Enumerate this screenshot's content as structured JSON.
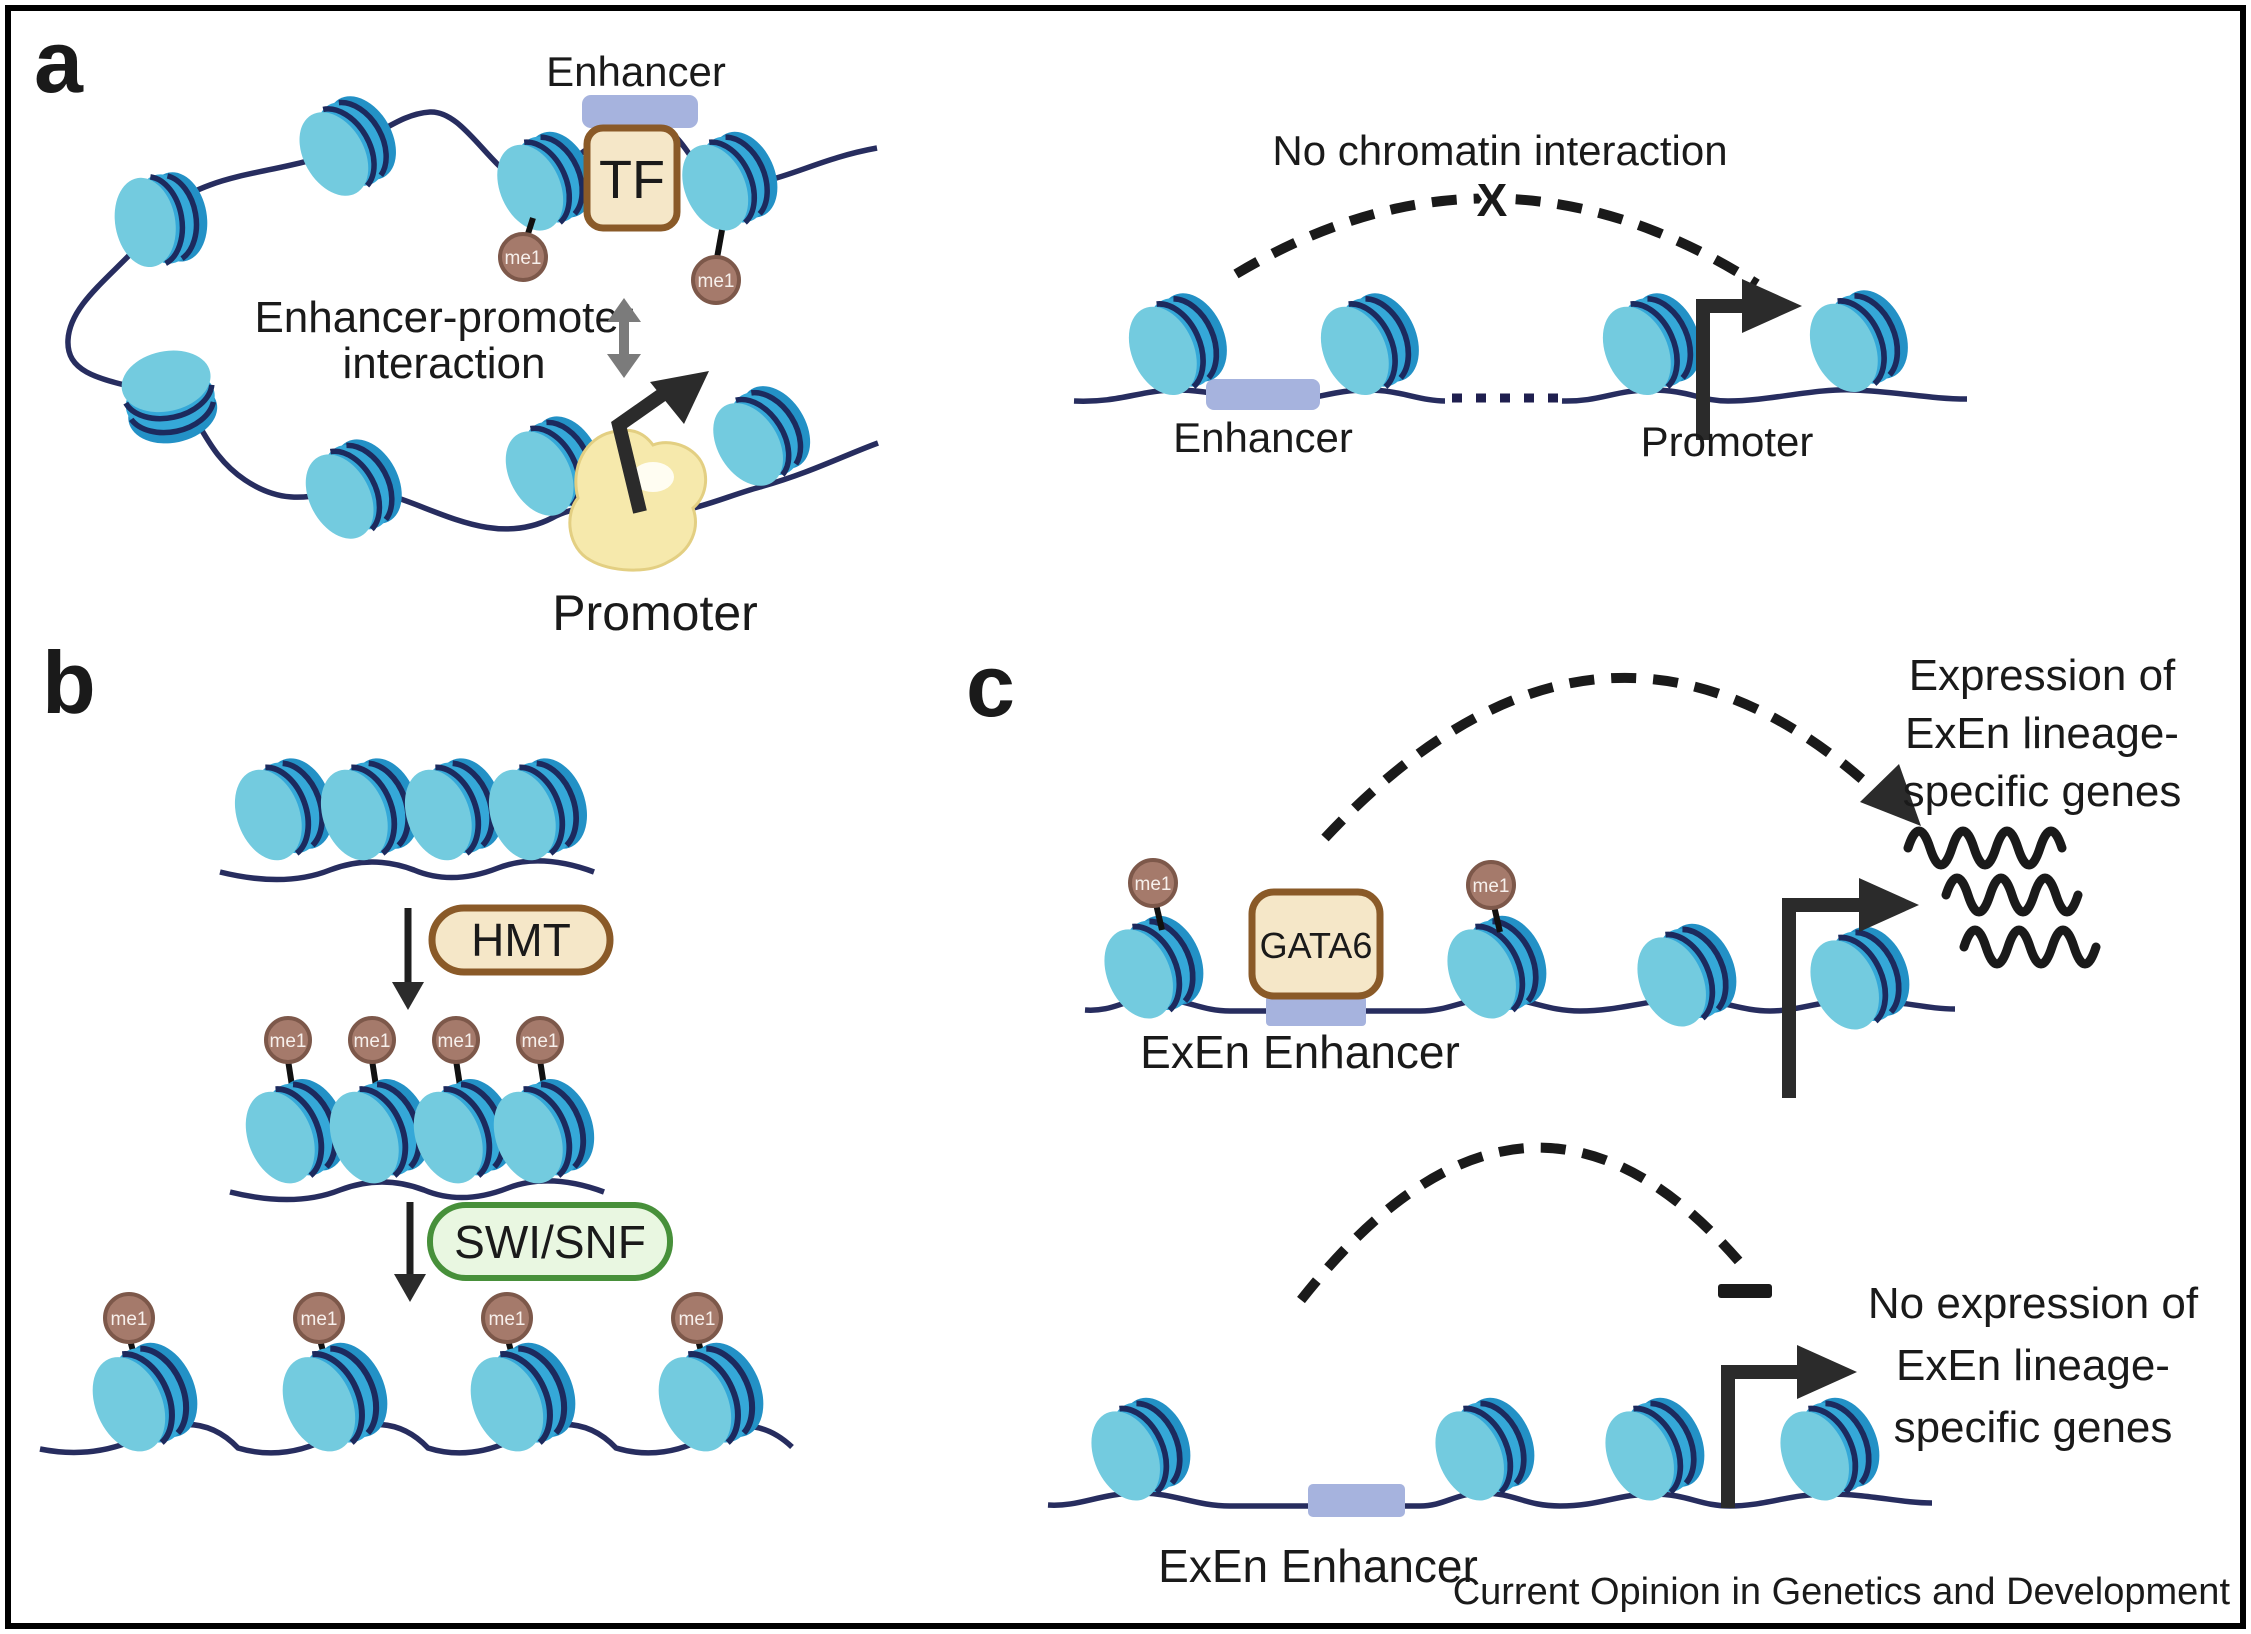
{
  "figure": {
    "panel_a": {
      "letter": "a",
      "enhancer_label": "Enhancer",
      "tf_label": "TF",
      "interaction_line1": "Enhancer-promoter",
      "interaction_line2": "interaction",
      "promoter_label": "Promoter",
      "right": {
        "title": "No chromatin interaction",
        "x_mark": "X",
        "enhancer_label": "Enhancer",
        "promoter_label": "Promoter"
      }
    },
    "panel_b": {
      "letter": "b",
      "hmt_label": "HMT",
      "swisnf_label": "SWI/SNF"
    },
    "panel_c": {
      "letter": "c",
      "gata6_label": "GATA6",
      "exen_enhancer_top_label": "ExEn Enhancer",
      "exen_enhancer_bottom_label": "ExEn Enhancer",
      "expression_line1": "Expression of",
      "expression_line2": "ExEn lineage-",
      "expression_line3": "specific genes",
      "no_expression_line1": "No expression of",
      "no_expression_line2": "ExEn lineage-",
      "no_expression_line3": "specific genes"
    },
    "me1_label": "me1",
    "journal": "Current Opinion in Genetics and Development",
    "colors": {
      "nucleosome_face": "#73cbdf",
      "nucleosome_band": "#35a8d8",
      "nucleosome_edge": "#2391c6",
      "dna_strand": "#272d5f",
      "me1_fill": "#a57a6b",
      "me1_border": "#7d584a",
      "protein_box_fill": "#f5e7c8",
      "protein_box_border": "#8a5a28",
      "swisnf_fill": "#e9f7e1",
      "swisnf_border": "#47903a",
      "enhancer_bar": "#a6b3de",
      "polymerase_fill": "#f6e9ac",
      "gray_arrow": "#7b7b7b",
      "ink": "#1a1a1a"
    }
  }
}
